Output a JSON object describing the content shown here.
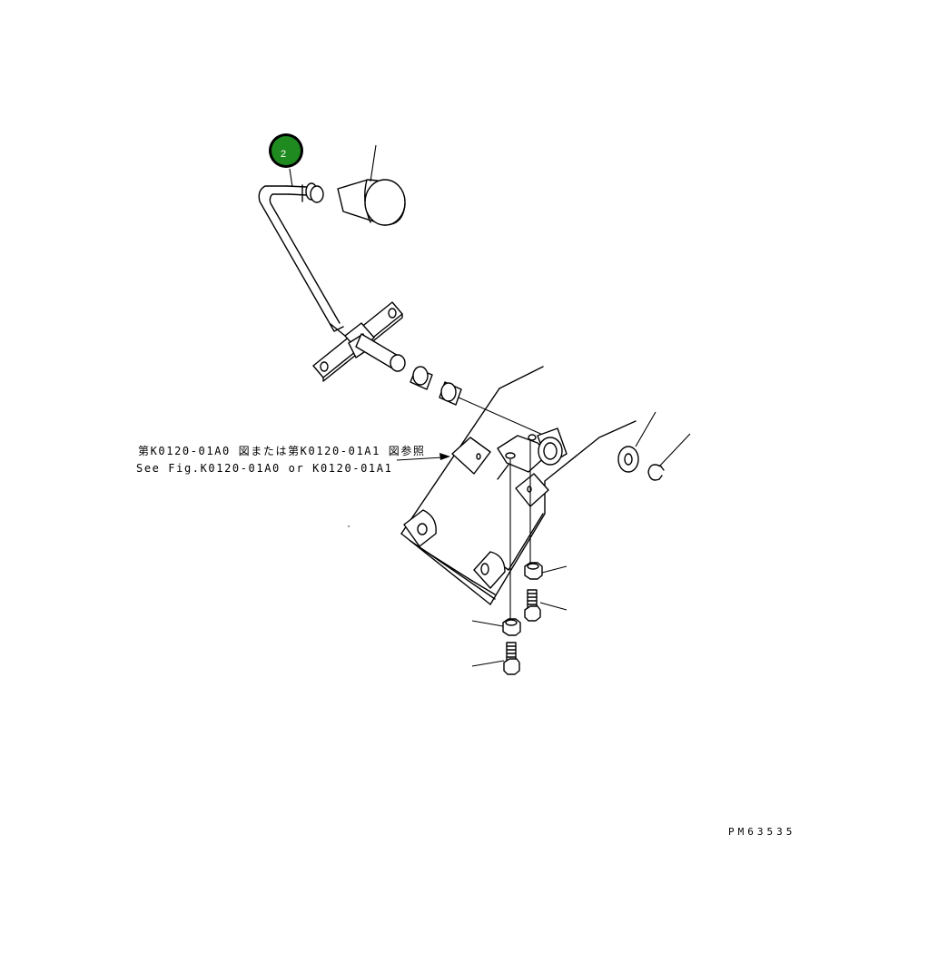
{
  "drawing": {
    "reference_jp": "第K0120-01A0 図または第K0120-01A1 図参照",
    "reference_en": "See Fig.K0120-01A0 or K0120-01A1",
    "drawing_number": "PM63535"
  },
  "callouts": [
    {
      "label": "2",
      "fill_color": "#1f8a1f",
      "border_color": "#000000",
      "interactable": true
    }
  ]
}
